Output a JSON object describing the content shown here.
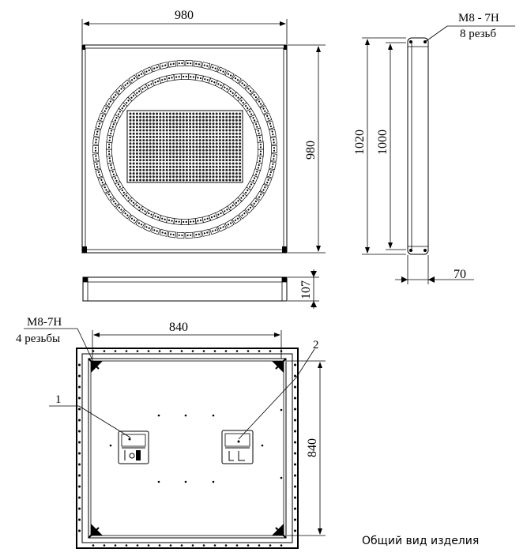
{
  "front_view": {
    "dim_width": "980",
    "dim_height": "980",
    "led_ring_count": 66
  },
  "side_view": {
    "dim_outer": "1020",
    "dim_inner": "1000",
    "dim_depth": "70",
    "thread_callout": "M8 - 7H",
    "thread_count": "8 резьб"
  },
  "bottom_view": {
    "dim_thickness": "107"
  },
  "back_view": {
    "dim_width": "840",
    "dim_height": "840",
    "thread_callout": "M8-7H",
    "thread_count": "4 резьбы",
    "callout_1": "1",
    "callout_2": "2"
  },
  "caption": "Общий вид изделия"
}
